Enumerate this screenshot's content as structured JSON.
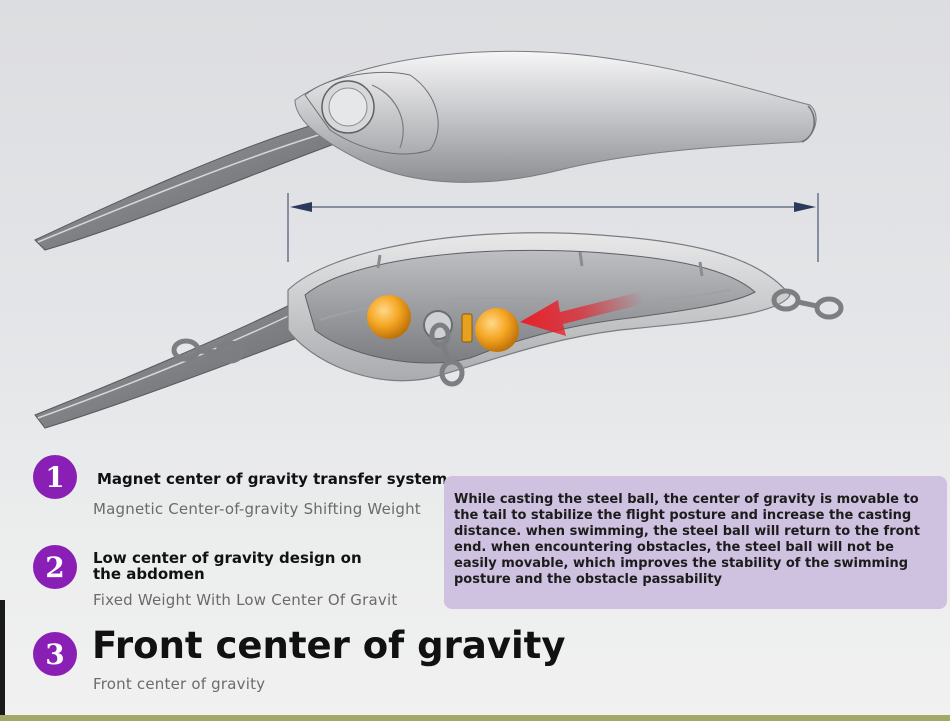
{
  "features": [
    {
      "number": "1",
      "title": "Magnet center of gravity transfer system",
      "subtitle": "Magnetic Center-of-gravity Shifting Weight"
    },
    {
      "number": "2",
      "title": "Low center of gravity design on the abdomen",
      "subtitle": "Fixed Weight With Low Center Of Gravit"
    },
    {
      "number": "3",
      "title": "Front center of gravity",
      "subtitle": "Front center of gravity"
    }
  ],
  "description": "While casting the steel ball, the center of gravity is movable to the tail to stabilize the flight posture and increase the casting distance. when swimming, the steel ball will return to the front end. when encountering obstacles, the steel ball will not be easily movable, which improves the stability of the swimming posture and the obstacle passability",
  "colors": {
    "badge": "#8a1fb5",
    "description_box": "#cfc2e0",
    "steel_ball": "#f0a018",
    "arrow": "#e8202a",
    "bottom_bar": "#a3a869"
  },
  "icons": [
    "lure-illustration",
    "steel-ball-icon",
    "arrow-icon",
    "split-ring-icon"
  ]
}
